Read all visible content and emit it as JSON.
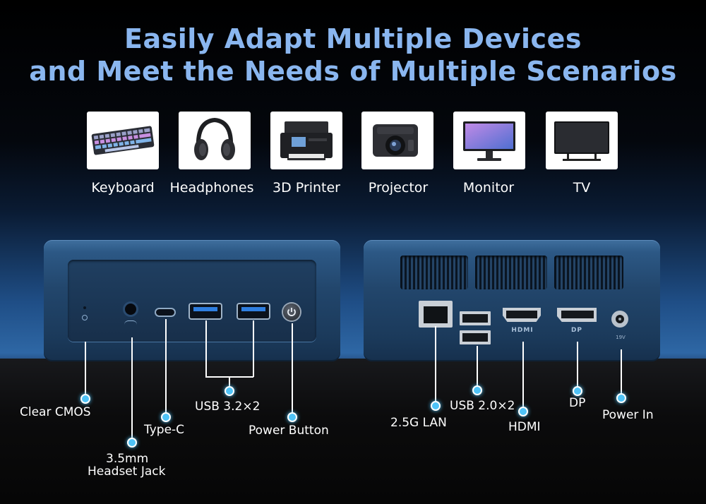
{
  "header": {
    "line1": "Easily Adapt Multiple Devices",
    "line2": "and Meet the Needs of Multiple Scenarios"
  },
  "devices": [
    {
      "label": "Keyboard",
      "icon": "keyboard-icon"
    },
    {
      "label": "Headphones",
      "icon": "headphones-icon"
    },
    {
      "label": "3D Printer",
      "icon": "printer-icon"
    },
    {
      "label": "Projector",
      "icon": "projector-icon"
    },
    {
      "label": "Monitor",
      "icon": "monitor-icon"
    },
    {
      "label": "TV",
      "icon": "tv-icon"
    }
  ],
  "front_ports": {
    "clear_cmos": "Clear CMOS",
    "headset_jack_line1": "3.5mm",
    "headset_jack_line2": "Headset Jack",
    "type_c": "Type-C",
    "usb32": "USB 3.2×2",
    "power_button": "Power Button"
  },
  "rear_ports": {
    "lan": "2.5G LAN",
    "usb20": "USB 2.0×2",
    "hdmi": "HDMI",
    "dp": "DP",
    "power_in": "Power In",
    "hdmi_marking": "HDMI",
    "dp_marking": "DP",
    "dc_marking": "19V"
  },
  "colors": {
    "title": "#8ab6ef",
    "accent_dot": "#4fc3f7",
    "chassis": "#22466c"
  }
}
